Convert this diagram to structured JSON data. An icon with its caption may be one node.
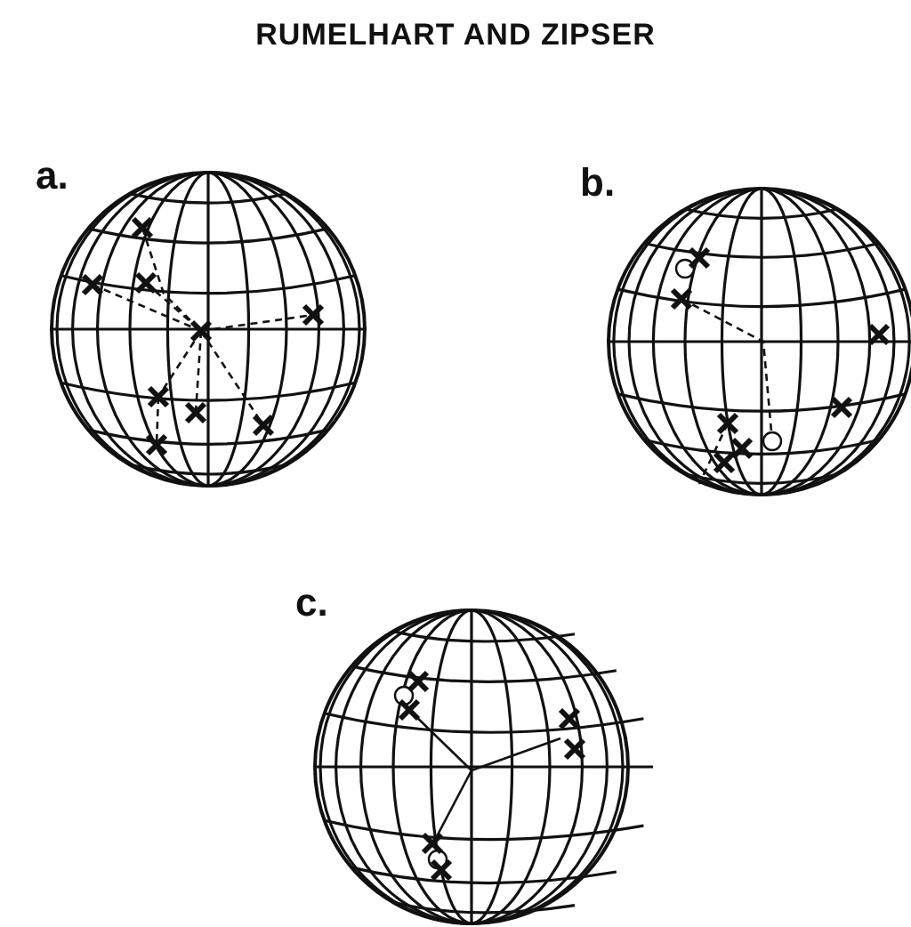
{
  "diagram": {
    "title": "RUMELHART AND ZIPSER",
    "labels": [
      "a.",
      "b.",
      "c."
    ]
  }
}
